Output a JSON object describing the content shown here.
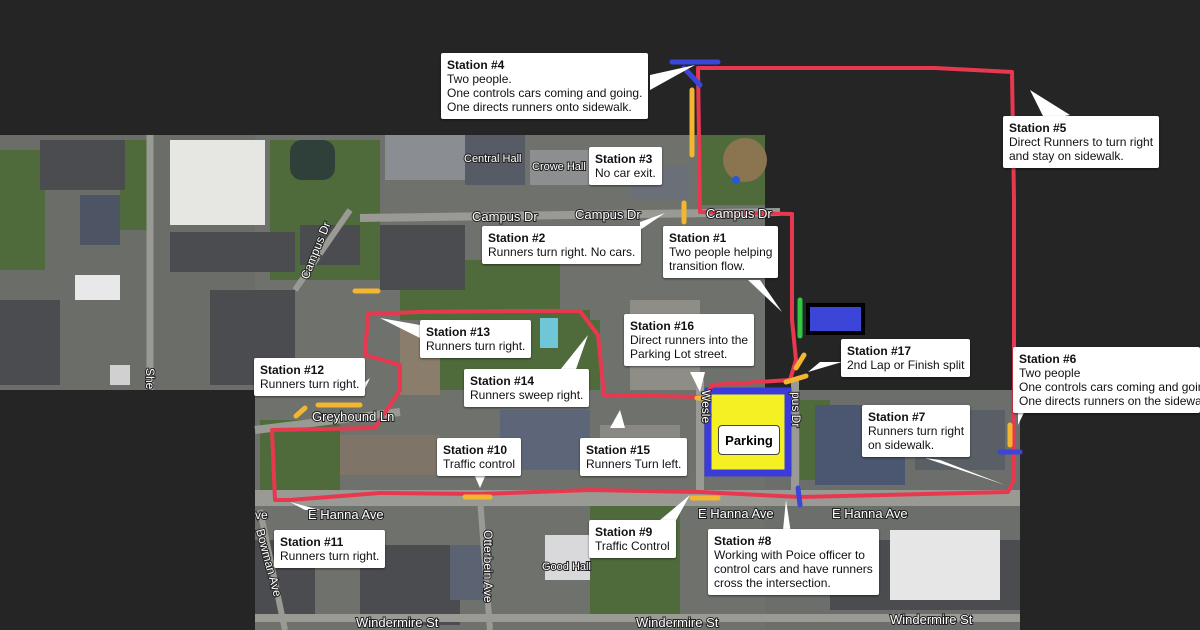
{
  "colors": {
    "route": "#e8384f",
    "station_marker_yellow": "#f2b630",
    "station_marker_blue": "#3b46d8",
    "station_marker_green": "#2ec940",
    "parking_fill": "#f5f024",
    "parking_border": "#3b3bdc",
    "background": "#252525"
  },
  "street_labels": [
    "Central Hall",
    "Crowe Hall",
    "Campus Dr",
    "Campus Dr",
    "Campus Dr",
    "Campus Dr",
    "Greyhound Ln",
    "E Hanna Ave",
    "E Hanna Ave",
    "E Hanna Ave",
    "Bowman Ave",
    "Otterbein Ave",
    "Good Hall",
    "Windermire St",
    "Windermire St",
    "Windermire St",
    "Wesle",
    "pus Dr",
    "She",
    "ve"
  ],
  "parking_label": "Parking",
  "stations": [
    {
      "title": "Station #1",
      "lines": [
        "Two people helping",
        " transition flow."
      ]
    },
    {
      "title": "Station #2",
      "lines": [
        "Runners turn right. No cars."
      ]
    },
    {
      "title": "Station #3",
      "lines": [
        "No car exit."
      ]
    },
    {
      "title": "Station #4",
      "lines": [
        "Two people.",
        "One controls cars coming and going.",
        "One directs runners onto sidewalk."
      ]
    },
    {
      "title": "Station #5",
      "lines": [
        "Direct Runners to turn right",
        "and stay on sidewalk."
      ]
    },
    {
      "title": "Station #6",
      "lines": [
        "Two people",
        "One controls cars coming and going.",
        "One directs runners on the sidewalk."
      ]
    },
    {
      "title": "Station #7",
      "lines": [
        "Runners turn right",
        " on sidewalk."
      ]
    },
    {
      "title": "Station #8",
      "lines": [
        "Working with Poice officer to",
        "control cars and have runners",
        "cross the intersection."
      ]
    },
    {
      "title": "Station #9",
      "lines": [
        "Traffic Control"
      ]
    },
    {
      "title": "Station #10",
      "lines": [
        "Traffic control"
      ]
    },
    {
      "title": "Station #11",
      "lines": [
        "Runners turn right."
      ]
    },
    {
      "title": "Station #12",
      "lines": [
        "Runners turn right."
      ]
    },
    {
      "title": "Station #13",
      "lines": [
        "Runners turn right."
      ]
    },
    {
      "title": "Station #14",
      "lines": [
        "Runners sweep right."
      ]
    },
    {
      "title": "Station #15",
      "lines": [
        "Runners Turn left."
      ]
    },
    {
      "title": "Station #16",
      "lines": [
        "Direct runners into the",
        "Parking Lot street."
      ]
    },
    {
      "title": "Station #17",
      "lines": [
        "2nd Lap or Finish split"
      ]
    }
  ]
}
